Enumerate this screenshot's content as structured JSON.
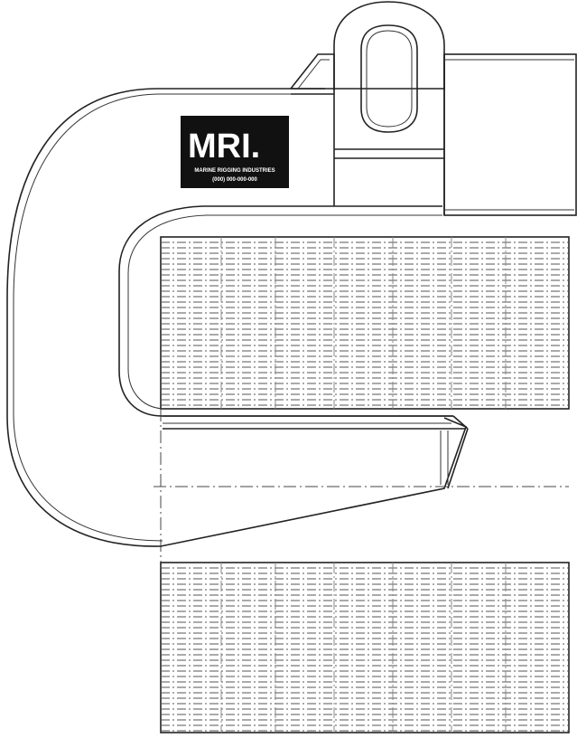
{
  "logo": {
    "brand": "MRI.",
    "tagline": "MARINE RIGGING INDUSTRIES",
    "phone": "(000) 000-000-000",
    "background_color": "#111111",
    "text_color": "#ffffff"
  },
  "colors": {
    "line": "#222222",
    "background": "#ffffff"
  }
}
